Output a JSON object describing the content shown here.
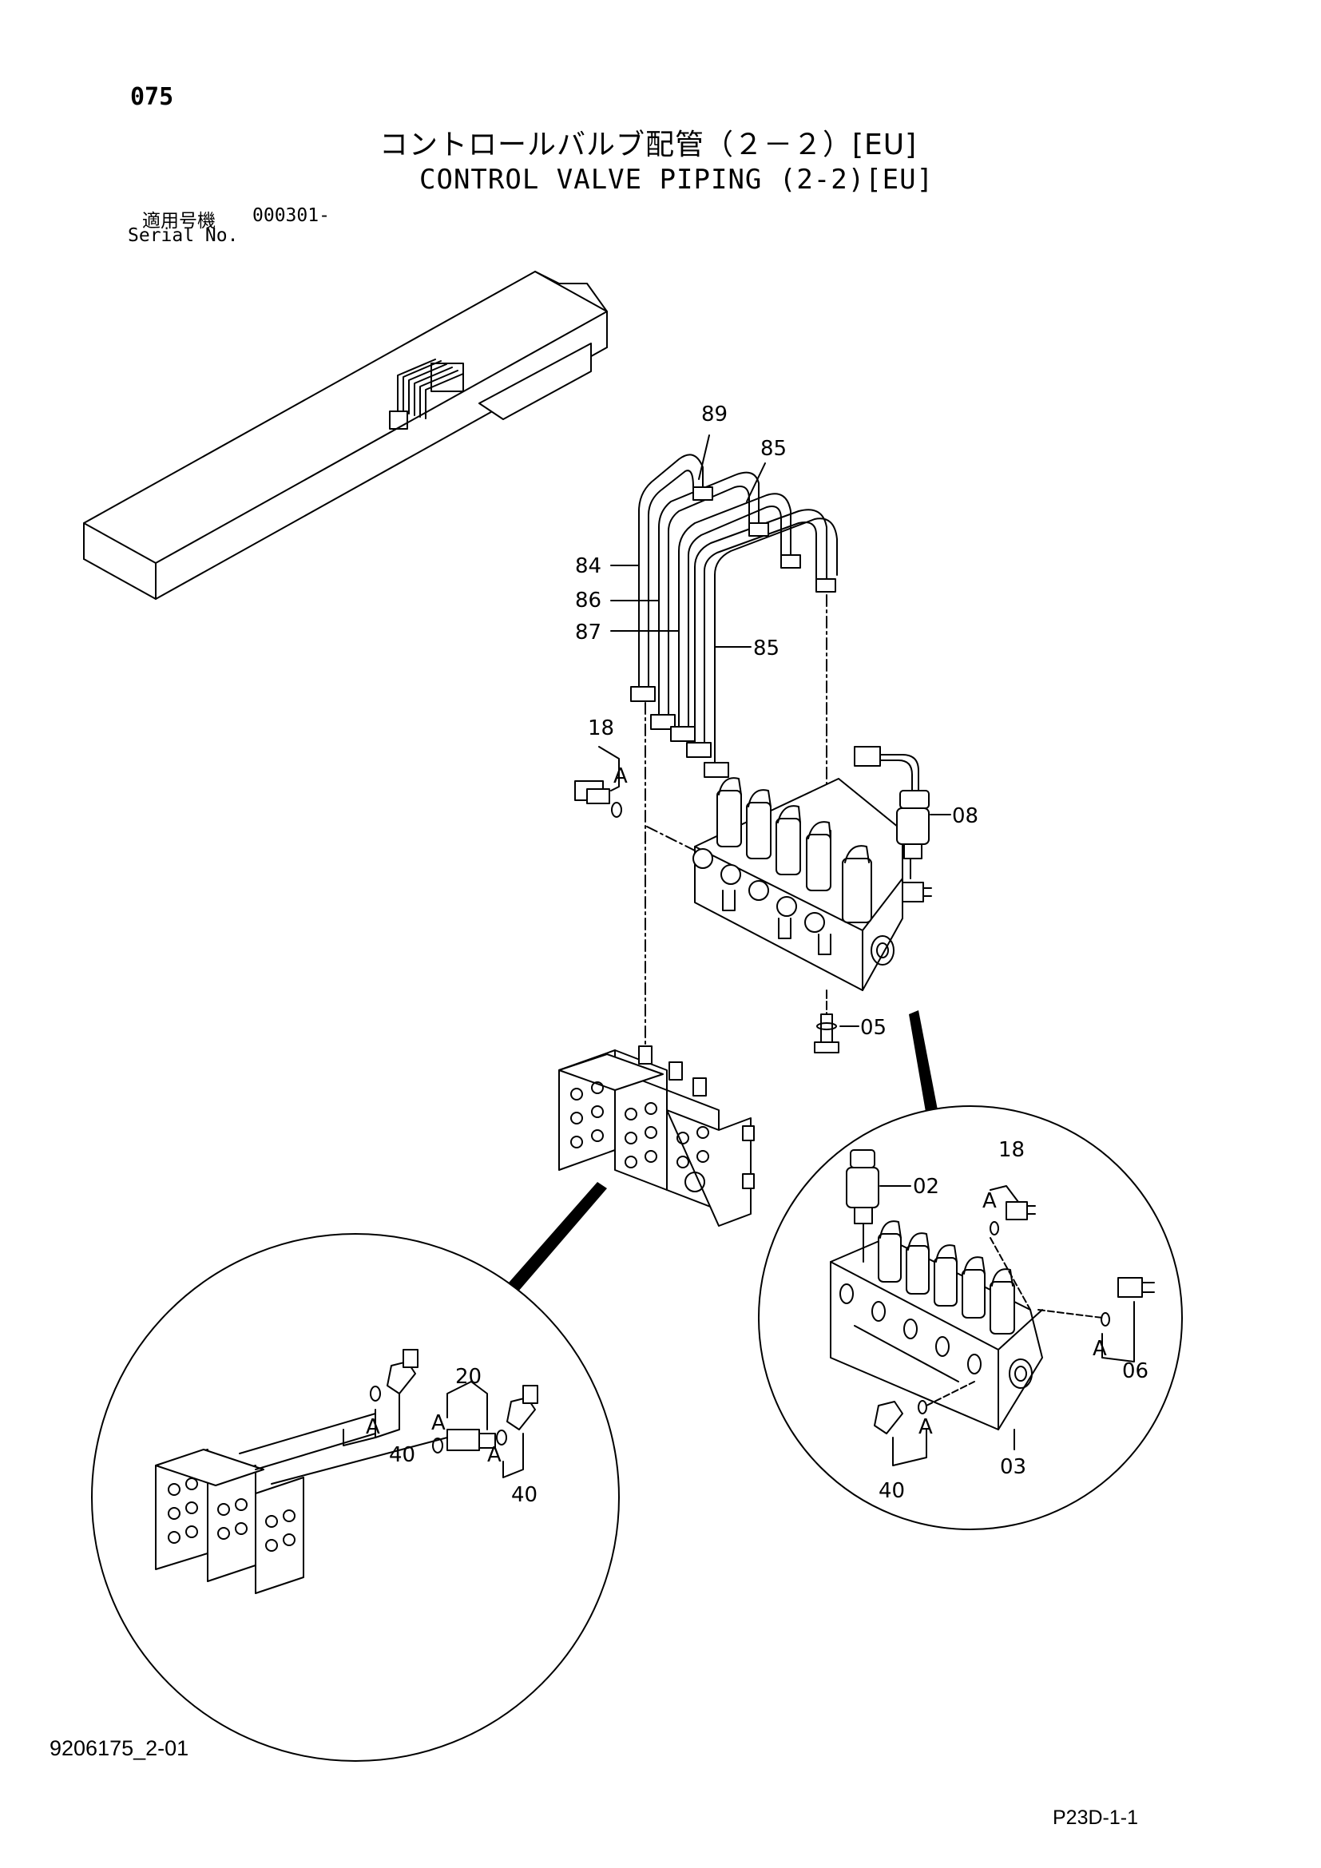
{
  "header": {
    "page_number": "075",
    "title_jp": "コントロールバルブ配管（２－２）[EU]",
    "title_en": "CONTROL VALVE PIPING (2-2)[EU]",
    "serial_label_jp": "適用号機",
    "serial_value": "000301-",
    "serial_label_en": "Serial No."
  },
  "callouts": {
    "c89": "89",
    "c85a": "85",
    "c84": "84",
    "c86": "86",
    "c87": "87",
    "c85b": "85",
    "c18a": "18",
    "ca1": "A",
    "c08": "08",
    "c05": "05",
    "c18b": "18",
    "ca2": "A",
    "c02": "02",
    "ca3": "A",
    "c06": "06",
    "ca4": "A",
    "c03": "03",
    "c40a": "40",
    "c20": "20",
    "ca5": "A",
    "c40b": "40",
    "ca6": "A",
    "ca7": "A",
    "c40c": "40"
  },
  "footer": {
    "drawing_number": "9206175_2-01",
    "page_code": "P23D-1-1"
  }
}
